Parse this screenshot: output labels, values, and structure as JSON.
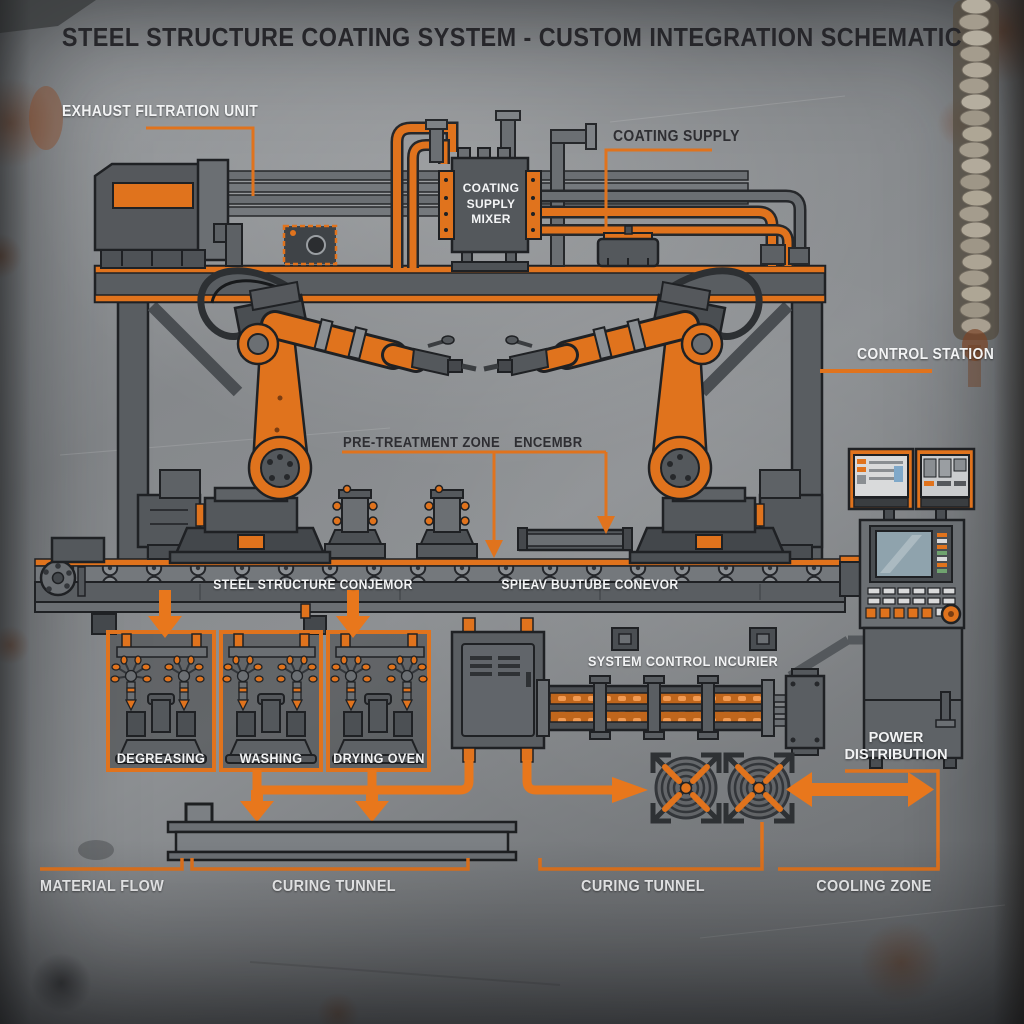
{
  "title": "STEEL STRUCTURE COATING SYSTEM - CUSTOM INTEGRATION SCHEMATIC",
  "colors": {
    "accent_orange": "#e0731d",
    "arrow_orange": "#e8771c",
    "steel_light": "#7e8286",
    "steel_mid": "#5d6165",
    "steel_dark": "#4a4e52",
    "outline": "#1f2124",
    "label_white": "#f2f3f4",
    "label_dark": "#2e2e32"
  },
  "labels": {
    "exhaust_filtration_unit": "EXHAUST FILTRATION UNIT",
    "coating_supply": "COATING SUPPLY",
    "coating_supply_mixer": "COATING SUPPLY MIXER",
    "control_station": "CONTROL STATION",
    "pre_treatment_zone": "PRE-TREATMENT ZONE",
    "enclosure": "ENCEMBR",
    "conveyor_left": "STEEL STRUCTURE CONJEMOR",
    "conveyor_right": "SPIEAV BUJTUBE CONEVOR",
    "system_control": "SYSTEM CONTROL INCURIER",
    "degreasing": "DEGREASING",
    "washing": "WASHING",
    "drying_oven": "DRYING OVEN",
    "power_distribution": "POWER DISTRIBUTION",
    "material_flow": "MATERIAL FLOW",
    "curing_tunnel_left": "CURING TUNNEL",
    "curing_tunnel_right": "CURING TUNNEL",
    "cooling_zone": "COOLING ZONE"
  }
}
